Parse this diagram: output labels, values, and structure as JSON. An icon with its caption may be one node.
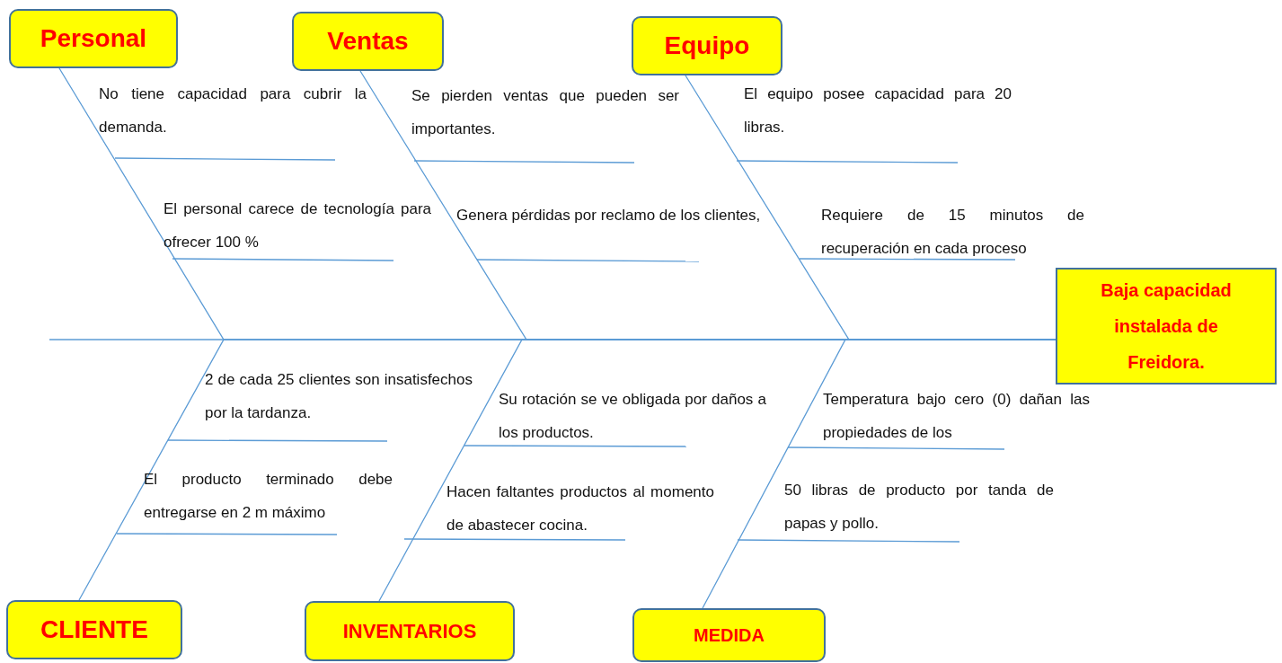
{
  "diagram": {
    "nodes": [
      {
        "text": [
          "Personal"
        ]
      },
      {
        "text": [
          "Ventas"
        ]
      },
      {
        "text": [
          "Equipo"
        ]
      },
      {
        "text": [
          "Baja capacidad instalada de Freidora."
        ]
      },
      {
        "text": [
          "CLIENTE"
        ]
      },
      {
        "text": [
          "INVENTARIOS"
        ]
      },
      {
        "text": [
          "MEDIDA"
        ]
      }
    ],
    "edges": [
      {
        "from": 0,
        "to": 3,
        "arrow": "none"
      },
      {
        "from": 1,
        "to": 3,
        "arrow": "none"
      },
      {
        "from": 2,
        "to": 3,
        "arrow": "none"
      },
      {
        "from": 4,
        "to": 3,
        "arrow": "none"
      },
      {
        "from": 5,
        "to": 3,
        "arrow": "none"
      },
      {
        "from": 6,
        "to": 3,
        "arrow": "none"
      }
    ],
    "labels": [
      "No tiene capacidad para cubrir la demanda.",
      "El personal carece de tecnología para ofrecer 100 %",
      "Se pierden ventas que pueden ser importantes.",
      "Genera pérdidas por reclamo de los clientes,",
      "El equipo posee capacidad para 20 libras.",
      "Requiere de 15 minutos de recuperación en cada proceso",
      "2 de cada 25 clientes son insatisfechos por la tardanza.",
      "El producto terminado debe entregarse en 2 m máximo",
      "Su rotación se ve obligada por daños a los productos.",
      "Hacen faltantes productos al momento de abastecer cocina.",
      "Temperatura bajo cero (0) dañan las propiedades de los",
      "50 libras de producto por tanda de papas y pollo."
    ]
  }
}
